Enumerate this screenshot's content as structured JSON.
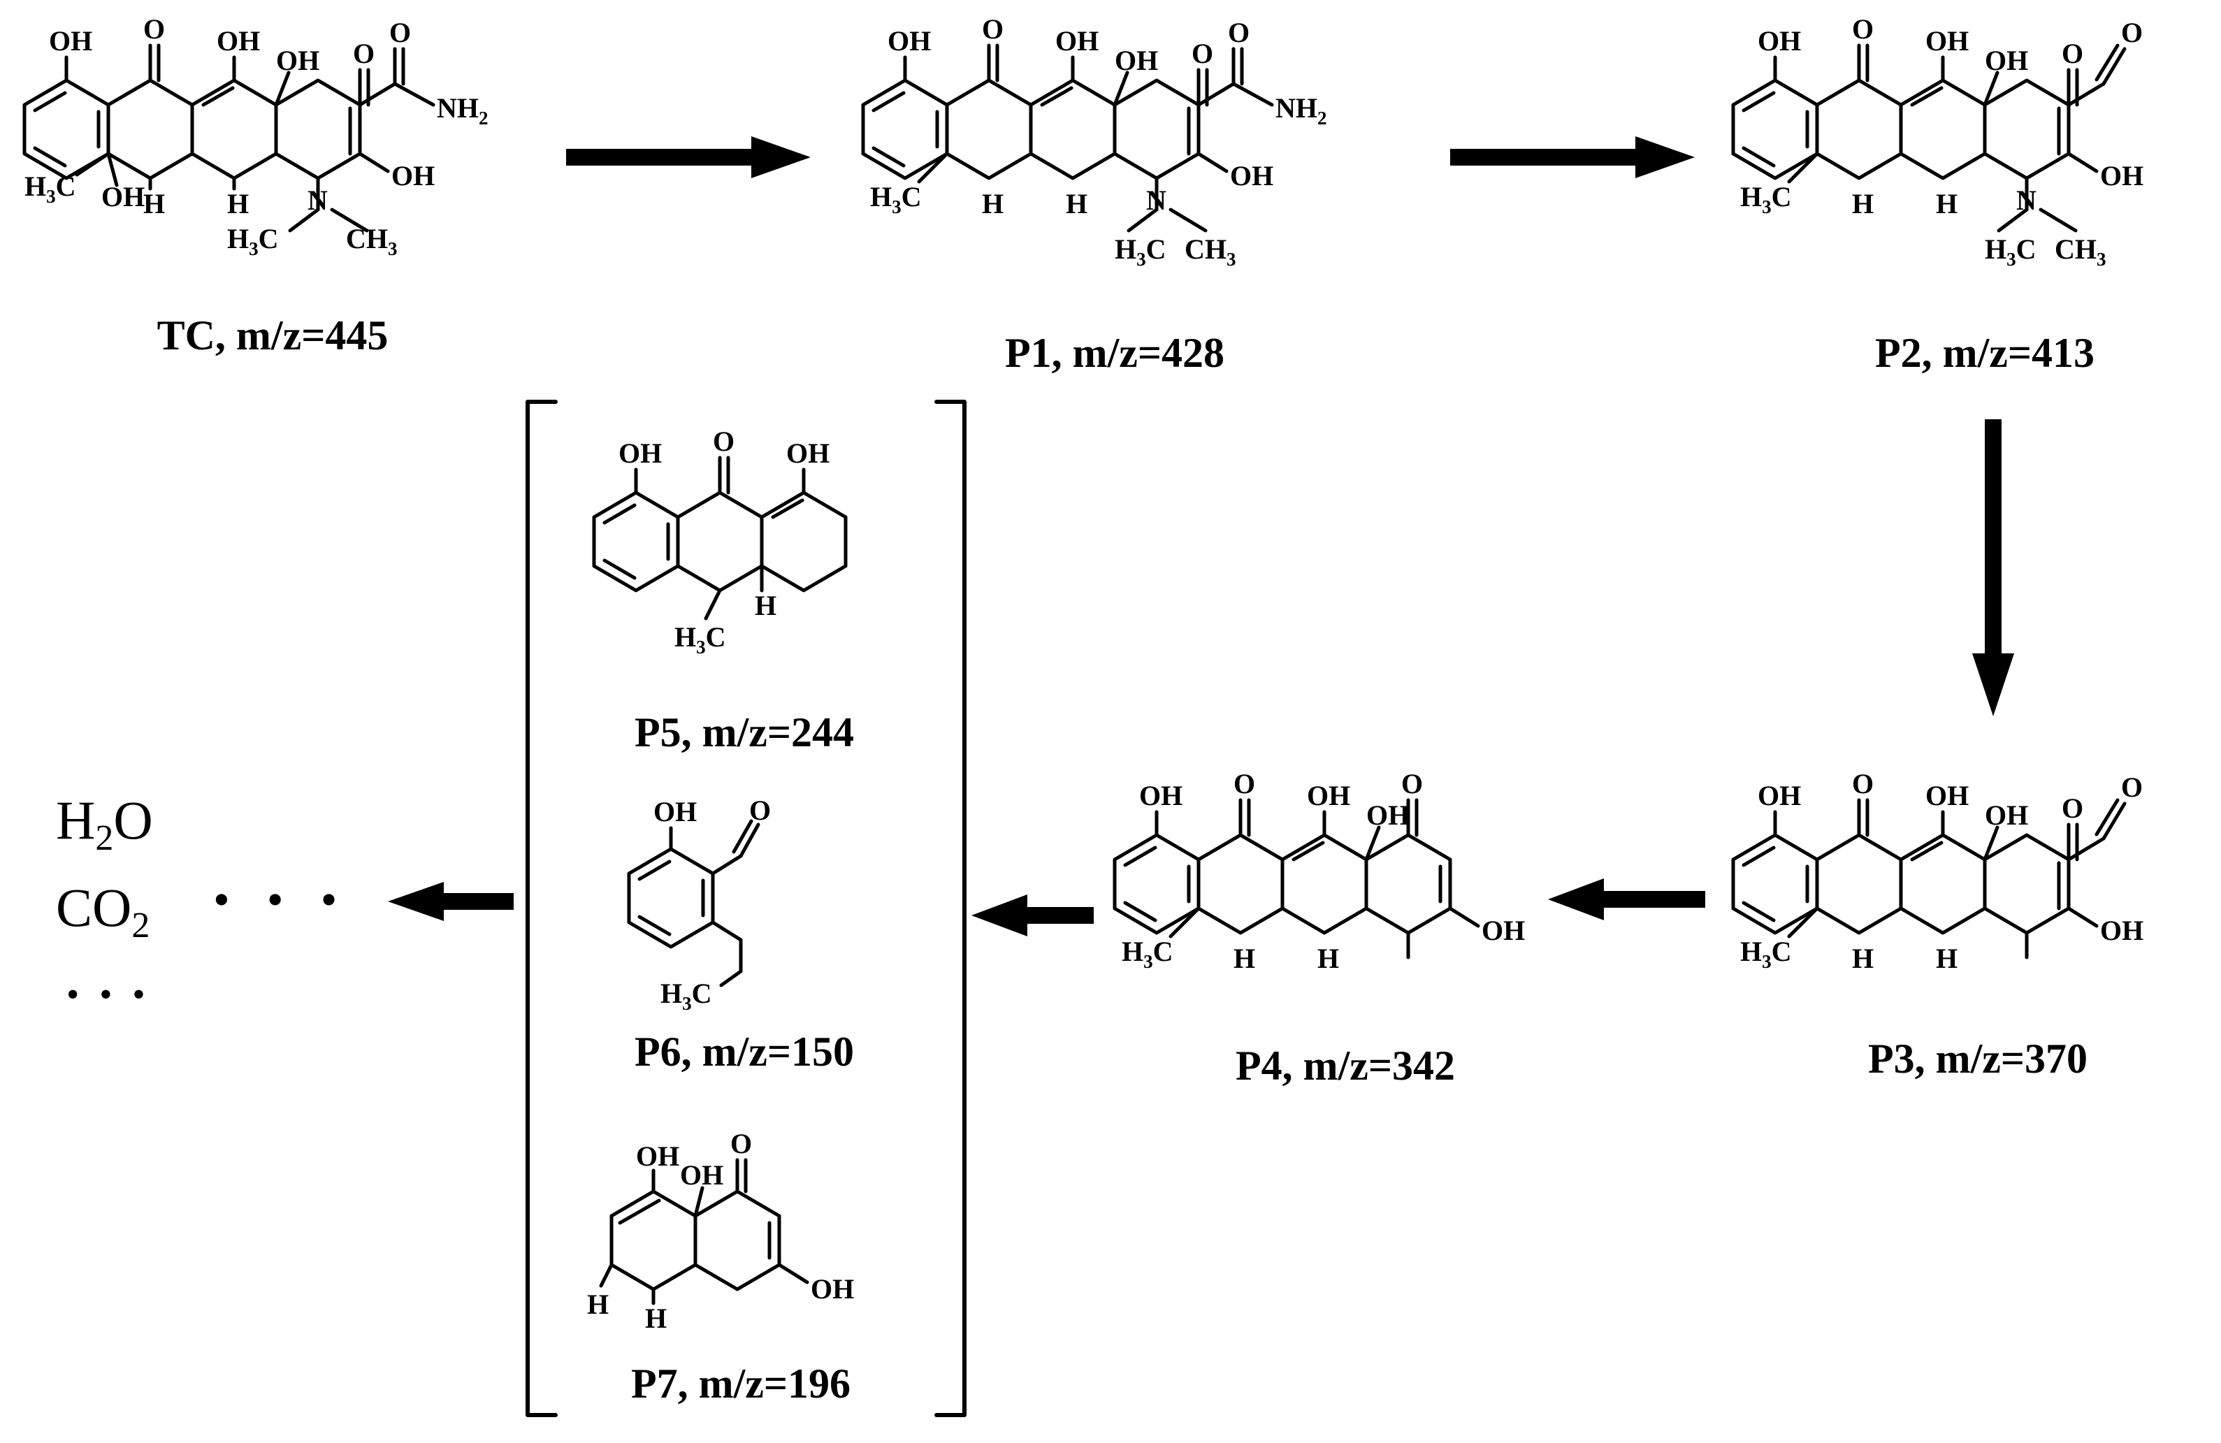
{
  "compounds": {
    "tc": {
      "label": "TC, m/z=445"
    },
    "p1": {
      "label": "P1, m/z=428"
    },
    "p2": {
      "label": "P2, m/z=413"
    },
    "p3": {
      "label": "P3, m/z=370"
    },
    "p4": {
      "label": "P4, m/z=342"
    },
    "p5": {
      "label": "P5, m/z=244"
    },
    "p6": {
      "label": "P6, m/z=150"
    },
    "p7": {
      "label": "P7, m/z=196"
    }
  },
  "atoms": {
    "oh": "OH",
    "o": "O",
    "h": "H",
    "n": "N",
    "nh": "NH",
    "c": "C",
    "ch": "CH",
    "sub2": "2",
    "sub3": "3"
  },
  "end_products": {
    "water": {
      "main": "H",
      "sub": "2",
      "tail": "O"
    },
    "co2": {
      "main": "CO",
      "sub": "2"
    },
    "dots": "• • •",
    "ellipsis": "• • •"
  },
  "colors": {
    "ink": "#000000",
    "background": "#ffffff"
  }
}
